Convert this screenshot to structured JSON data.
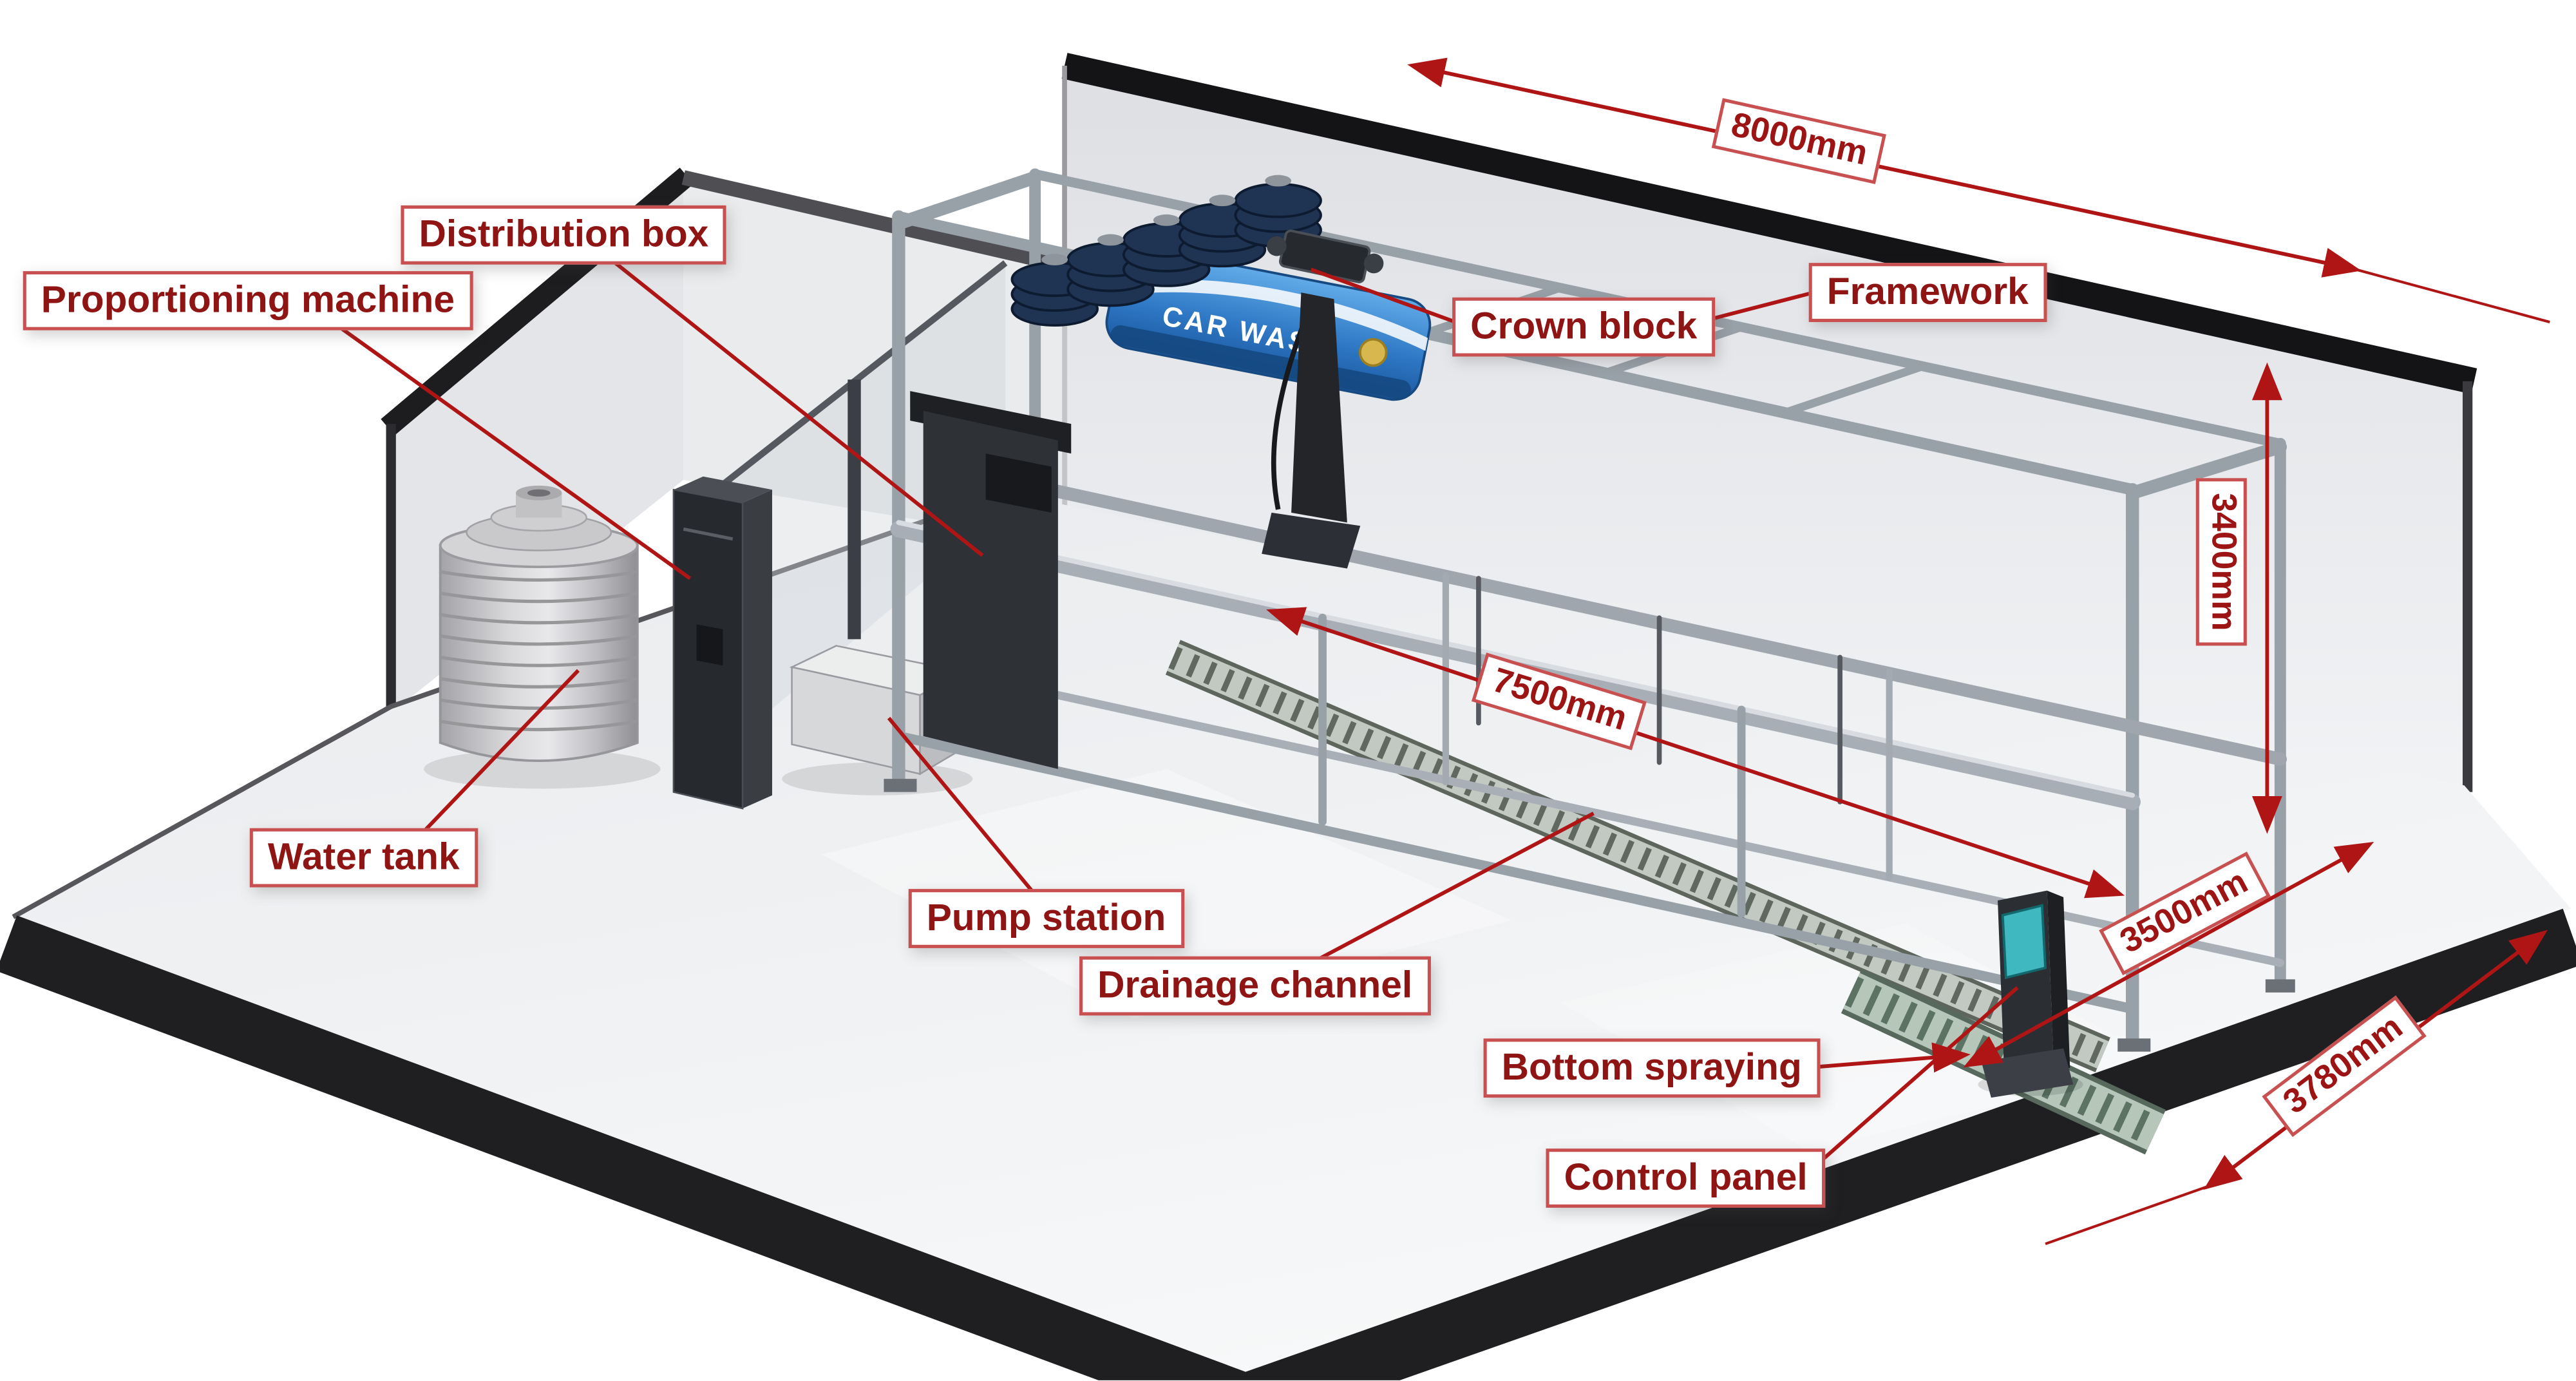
{
  "labels": {
    "distribution_box": "Distribution box",
    "proportioning_machine": "Proportioning machine",
    "crown_block": "Crown block",
    "framework": "Framework",
    "water_tank": "Water tank",
    "pump_station": "Pump station",
    "drainage_channel": "Drainage channel",
    "bottom_spraying": "Bottom spraying",
    "control_panel": "Control panel"
  },
  "dimensions": {
    "overall_length": "8000mm",
    "overall_height": "3400mm",
    "rail_length": "7500mm",
    "bay_width": "3500mm",
    "overall_width": "3780mm"
  },
  "machine": {
    "brand": "CAR WASH"
  },
  "colors": {
    "annotation_red": "#b01515",
    "label_text_red": "#8f1414",
    "machine_blue": "#2a6cb8",
    "wall_dark": "#1d1d20"
  }
}
